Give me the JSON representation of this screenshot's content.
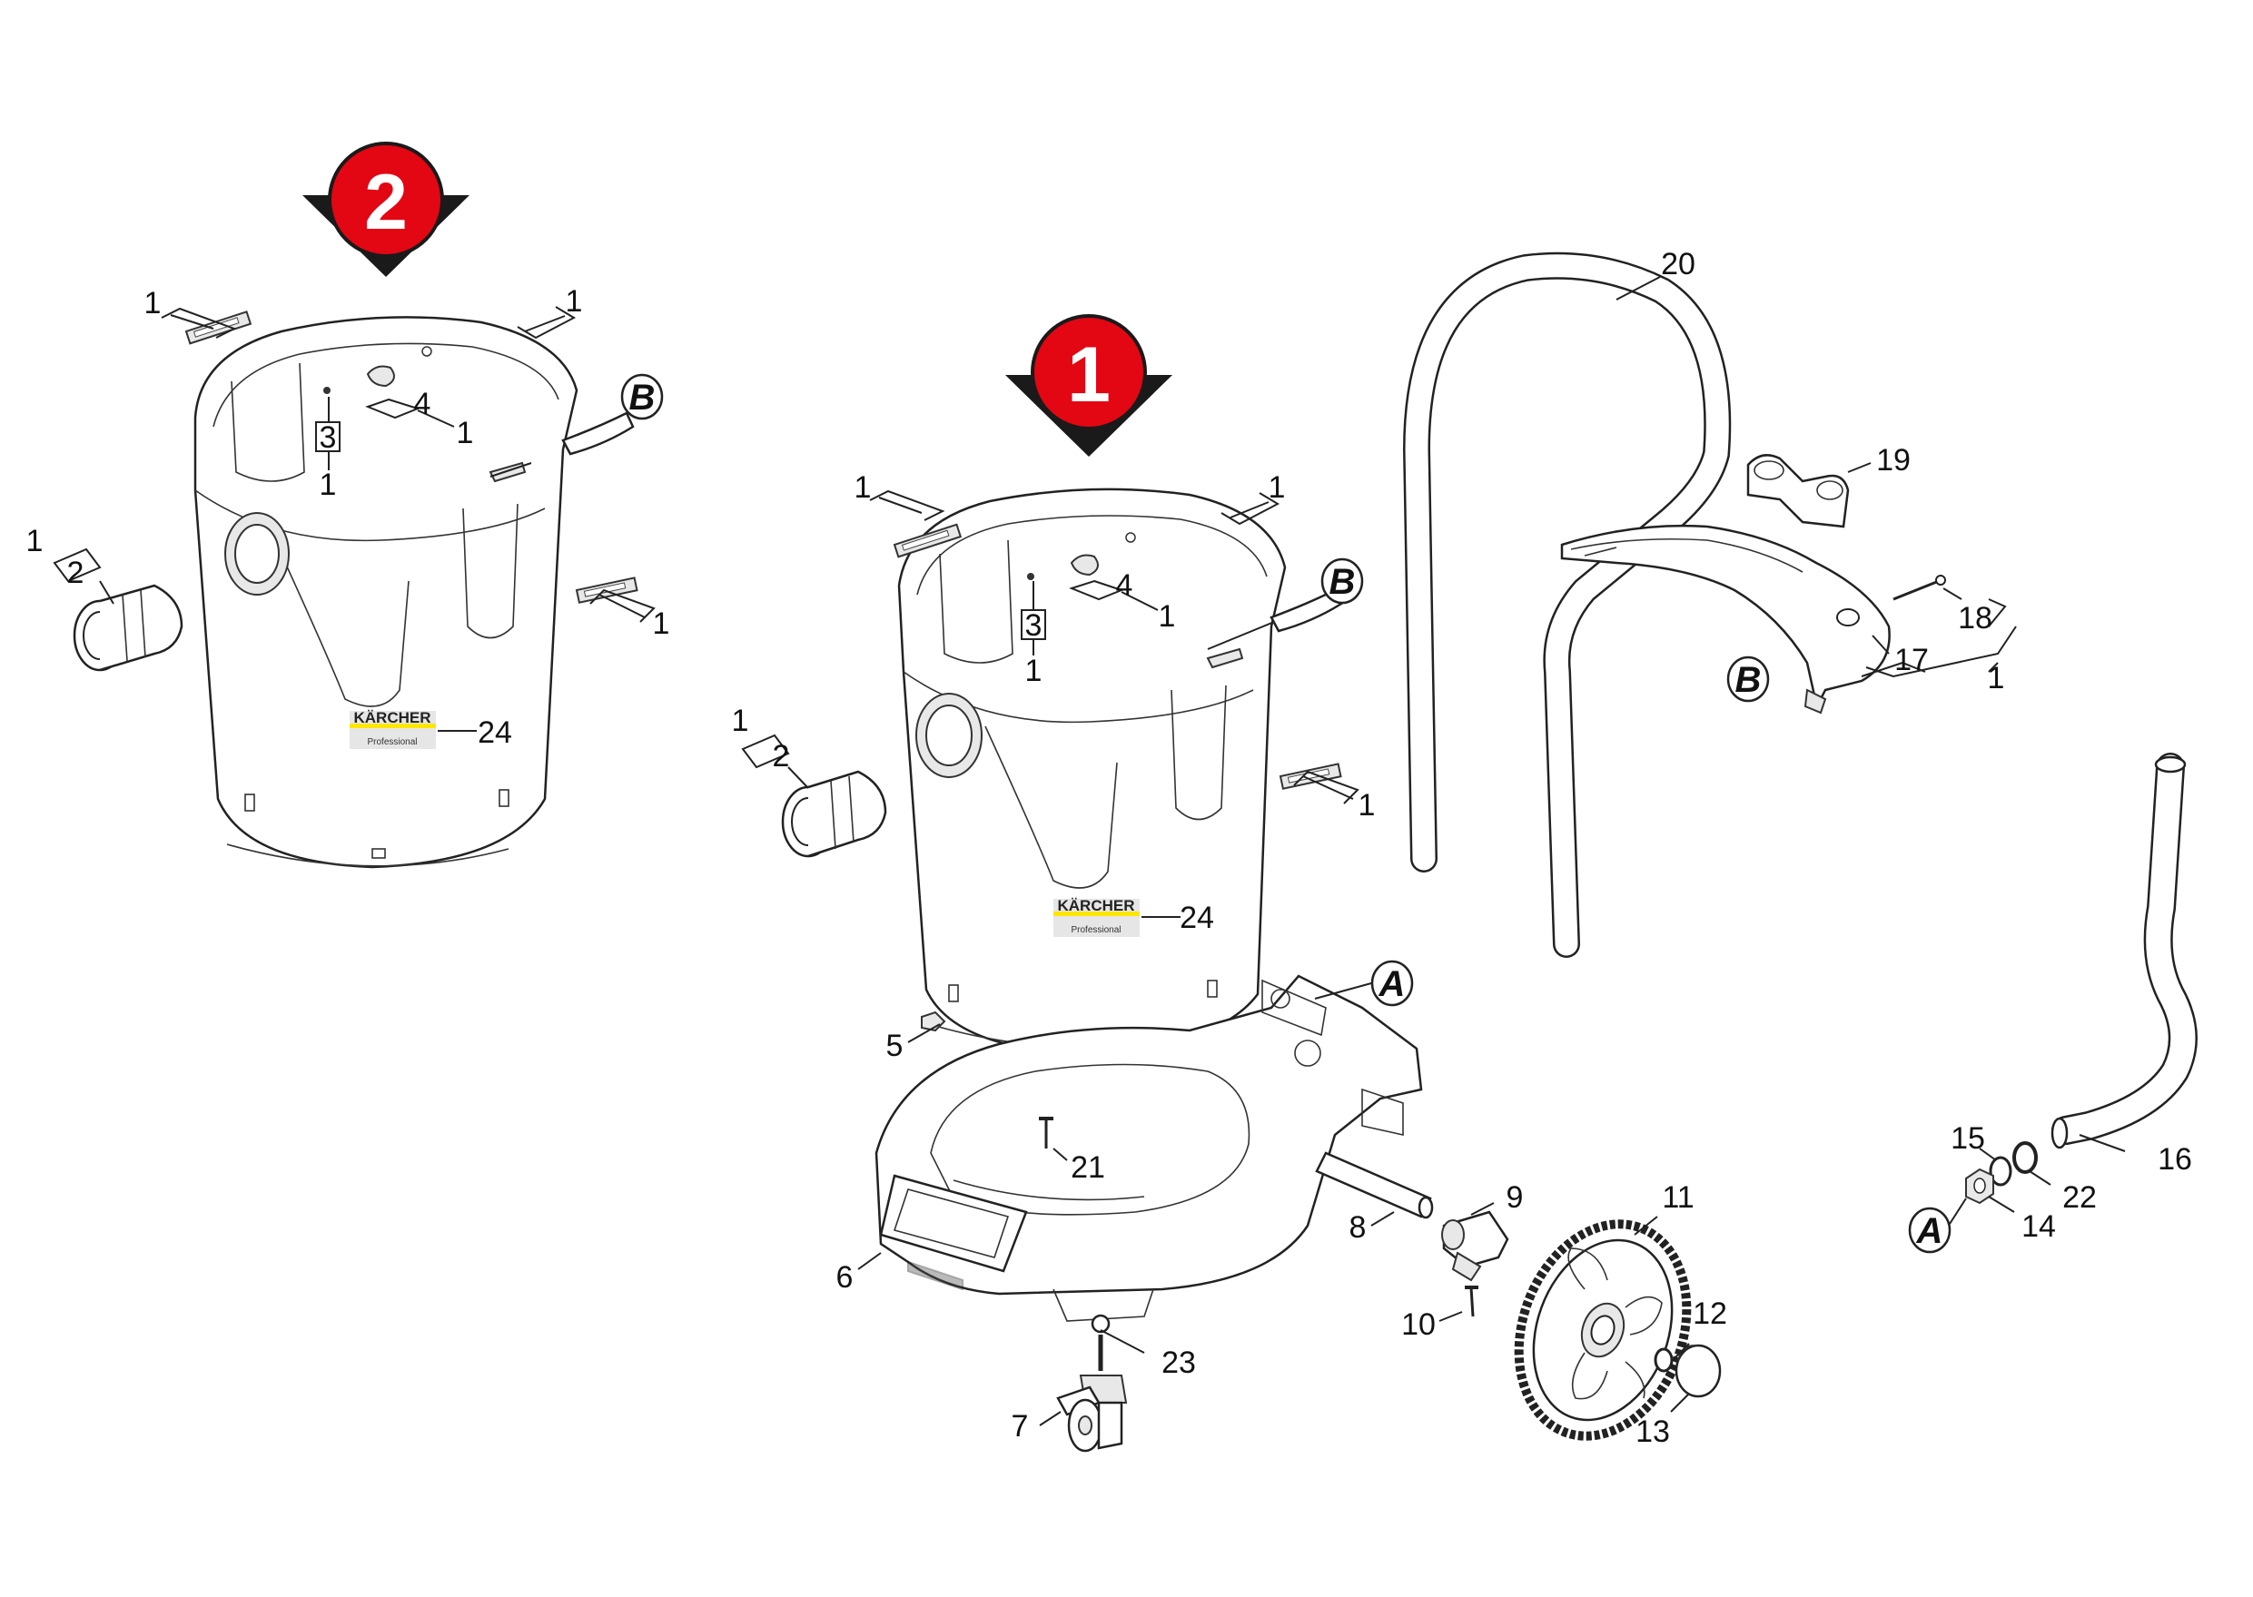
{
  "badges": [
    {
      "id": "variant-2",
      "text": "2"
    },
    {
      "id": "variant-1",
      "text": "1"
    }
  ],
  "refs": {
    "a": "A",
    "b": "B"
  },
  "logo": {
    "brand": "KÄRCHER",
    "sub": "Professional",
    "brand_color": "#ffe600"
  },
  "colors": {
    "badge_red": "#e30613",
    "badge_dark": "#1a1a1a"
  },
  "labels": {
    "n1": "1",
    "n2": "2",
    "n3": "3",
    "n4": "4",
    "n5": "5",
    "n6": "6",
    "n7": "7",
    "n8": "8",
    "n9": "9",
    "n10": "10",
    "n11": "11",
    "n12": "12",
    "n13": "13",
    "n14": "14",
    "n15": "15",
    "n16": "16",
    "n17": "17",
    "n18": "18",
    "n19": "19",
    "n20": "20",
    "n21": "21",
    "n22": "22",
    "n23": "23",
    "n24": "24"
  }
}
